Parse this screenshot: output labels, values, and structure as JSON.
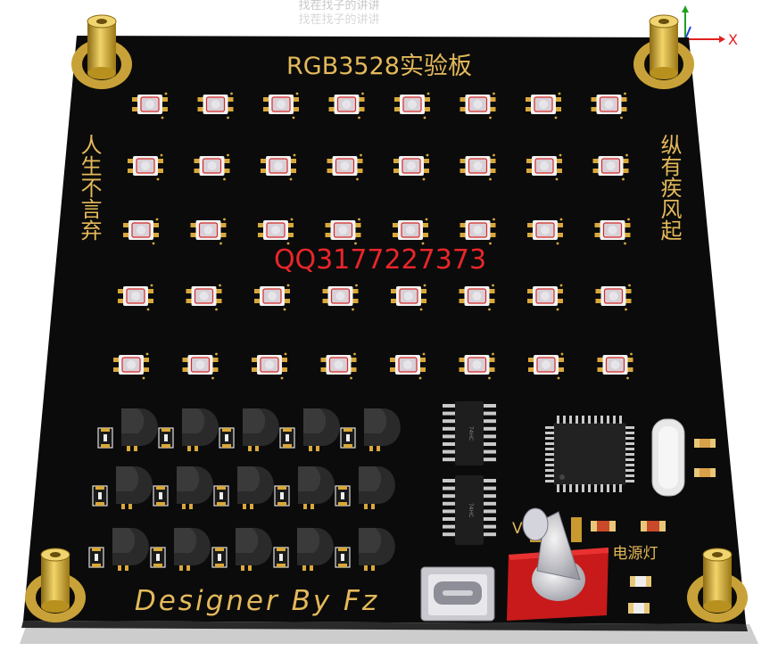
{
  "board": {
    "title": "RGB3528实验板",
    "left_motto": "人生不言弃",
    "right_motto": "纵有疾风起",
    "qq": "QQ3177227373",
    "signature": "Designer By Fz",
    "power_label": "电源灯",
    "header_label": "V",
    "board_color": "#0b0b0b",
    "silk_color": "#e4b95a",
    "qq_color": "#e8262a",
    "switch_color": "#d01818"
  },
  "top_faded_text": [
    "找茬找子的讲讲",
    "找茬找子的讲讲"
  ],
  "axis": {
    "x_label": "X"
  }
}
